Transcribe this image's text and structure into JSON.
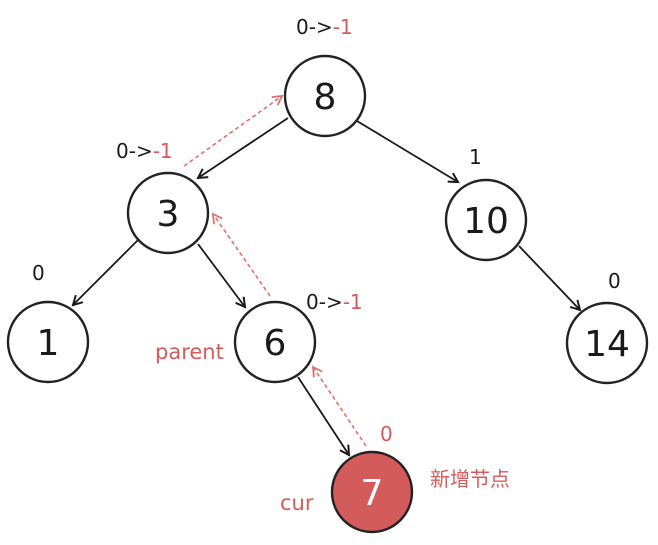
{
  "colors": {
    "accent_red": "#d65a5a",
    "new_node_fill": "#d45b5b",
    "line": "#1a1a1a",
    "dashed": "#e07070"
  },
  "nodes": {
    "n8": {
      "label": "8",
      "bf": {
        "old": "0->",
        "new": "-1"
      }
    },
    "n3": {
      "label": "3",
      "bf": {
        "old": "0->",
        "new": "-1"
      }
    },
    "n10": {
      "label": "10",
      "bf": {
        "old": "1"
      }
    },
    "n1": {
      "label": "1",
      "bf": {
        "old": "0"
      }
    },
    "n6": {
      "label": "6",
      "bf": {
        "old": "0->",
        "new": "-1"
      }
    },
    "n14": {
      "label": "14",
      "bf": {
        "old": "0"
      }
    },
    "n7": {
      "label": "7",
      "bf": {
        "new": "0"
      }
    }
  },
  "annotations": {
    "parent": "parent",
    "cur": "cur",
    "new_node": "新增节点"
  }
}
